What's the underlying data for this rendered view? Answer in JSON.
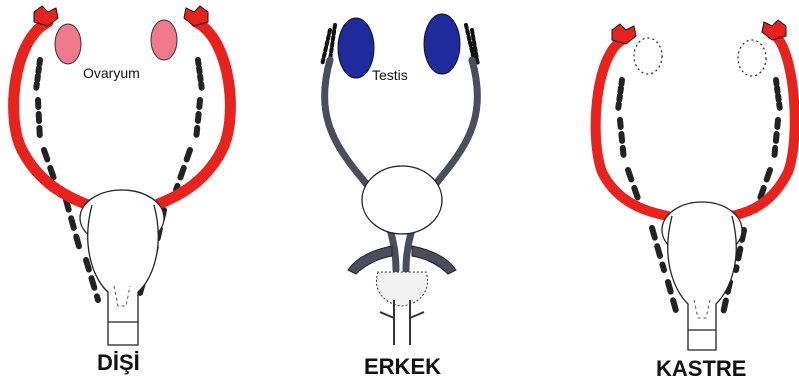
{
  "panels": {
    "female": {
      "caption": "DİŞİ",
      "organ_label": "Ovaryum",
      "duct_color": "#e8221c",
      "organ_color": "#f07a8c"
    },
    "male": {
      "caption": "ERKEK",
      "organ_label": "Testis",
      "duct_color": "#4a4e5c",
      "organ_color": "#1f2a9c"
    },
    "castrated": {
      "caption": "KASTRE",
      "organ_label": "",
      "duct_color": "#e8221c",
      "organ_color": "#ffffff"
    }
  }
}
